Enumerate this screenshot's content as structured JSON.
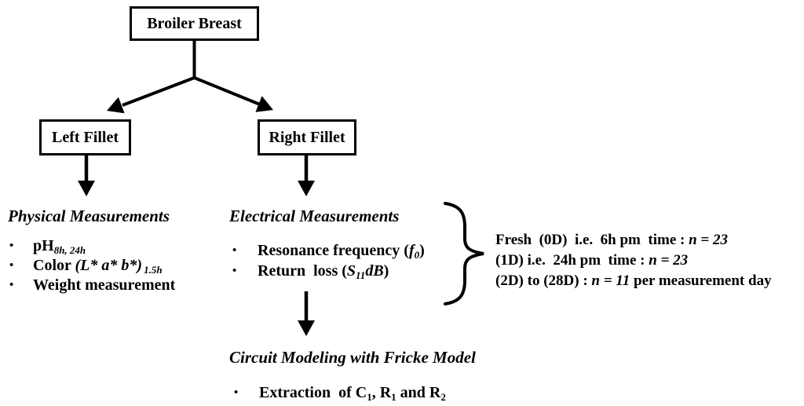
{
  "diagram": {
    "root_box": "Broiler Breast",
    "left_box": "Left Fillet",
    "right_box": "Right Fillet"
  },
  "bullet": "•",
  "physical": {
    "heading": "Physical Measurements",
    "ph": {
      "text": "pH",
      "sub": "8h, 24h"
    },
    "color": {
      "text": "Color ",
      "formula": "(L* a* b*)",
      "sub": "1.5h"
    },
    "weight": {
      "text": "Weight measurement"
    }
  },
  "electrical": {
    "heading": "Electrical Measurements",
    "resonance": {
      "text": "Resonance frequency (",
      "symbol": "f",
      "sub": "0",
      "close": ")"
    },
    "return_loss": {
      "text": "Return  loss (",
      "symbol": "S",
      "sub": "11",
      "unit": "dB",
      "close": ")"
    }
  },
  "sampling": {
    "line1": {
      "text": "Fresh  (0D)  i.e.  6h pm  time : ",
      "stat": "n = 23"
    },
    "line2": {
      "text": "(1D) i.e.  24h pm  time : ",
      "stat": "n = 23"
    },
    "line3": {
      "text": "(2D) to (28D) : ",
      "stat": "n = 11",
      "tail": " per measurement day"
    }
  },
  "circuit": {
    "heading": "Circuit Modeling with Fricke Model",
    "extraction": {
      "text": "Extraction  of C",
      "sub1": "1",
      "mid1": ", R",
      "sub2": "1",
      "mid2": " and R",
      "sub3": "2"
    }
  },
  "colors": {
    "text": "#000000",
    "background": "#ffffff",
    "line": "#000000"
  }
}
